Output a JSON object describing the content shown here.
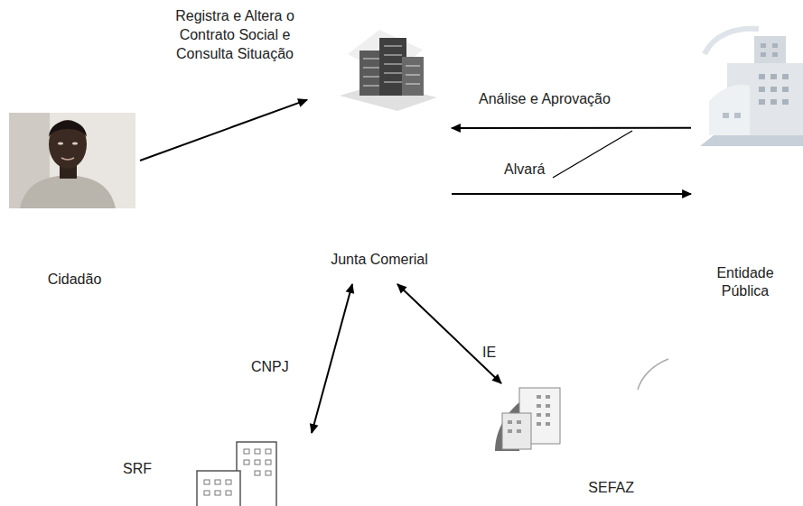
{
  "diagram": {
    "nodes": [
      {
        "text": [
          "Cidadão"
        ]
      },
      {
        "text": [
          "Junta Comerial"
        ]
      },
      {
        "text": [
          "Entidade Pública"
        ]
      },
      {
        "text": [
          "SRF"
        ]
      },
      {
        "text": [
          "SEFAZ"
        ]
      }
    ],
    "edges": [
      {
        "from": 0,
        "to": 1,
        "arrow": "to",
        "label": "Registra e Altera o Contrato Social e Consulta Situação"
      },
      {
        "from": 2,
        "to": 1,
        "arrow": "to",
        "label": "Análise e Aprovação"
      },
      {
        "from": 1,
        "to": 2,
        "arrow": "to",
        "label": "Alvará"
      },
      {
        "from": 1,
        "to": 3,
        "arrow": "both",
        "label": "CNPJ"
      },
      {
        "from": 1,
        "to": 4,
        "arrow": "both",
        "label": "IE"
      }
    ]
  }
}
